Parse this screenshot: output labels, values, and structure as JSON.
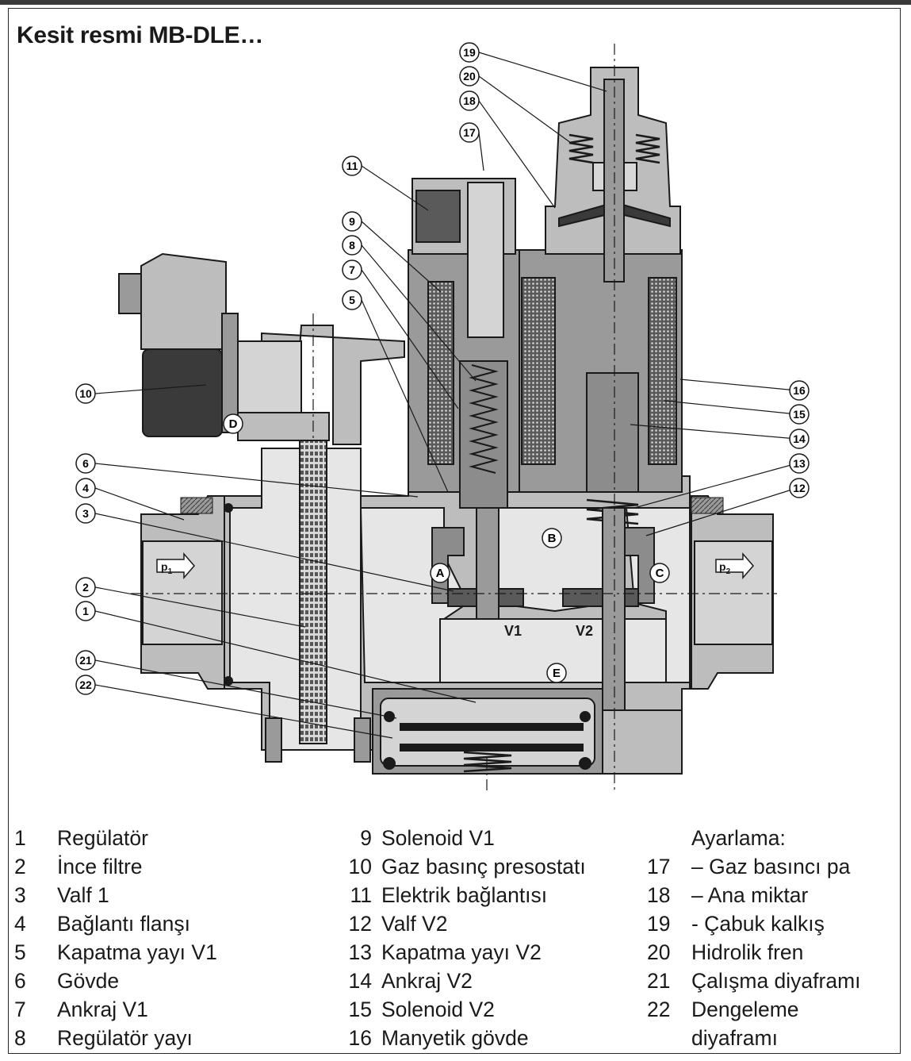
{
  "title": "Kesit resmi MB-DLE…",
  "diagram": {
    "callouts": [
      "1",
      "2",
      "3",
      "4",
      "5",
      "6",
      "7",
      "8",
      "9",
      "10",
      "11",
      "12",
      "13",
      "14",
      "15",
      "16",
      "17",
      "18",
      "19",
      "20",
      "21",
      "22"
    ],
    "zones": [
      "A",
      "B",
      "C",
      "D",
      "E"
    ],
    "valve_labels": [
      "V1",
      "V2"
    ],
    "pressure_labels": {
      "inlet_main": "p",
      "inlet_sub": "1",
      "outlet_main": "p",
      "outlet_sub": "2"
    }
  },
  "legend": {
    "col1": [
      {
        "num": "1",
        "text": "Regülatör"
      },
      {
        "num": "2",
        "text": "İnce filtre"
      },
      {
        "num": "3",
        "text": "Valf 1"
      },
      {
        "num": "4",
        "text": "Bağlantı flanşı"
      },
      {
        "num": "5",
        "text": "Kapatma yayı V1"
      },
      {
        "num": "6",
        "text": "Gövde"
      },
      {
        "num": "7",
        "text": "Ankraj V1"
      },
      {
        "num": "8",
        "text": "Regülatör yayı"
      }
    ],
    "col2": [
      {
        "num": "9",
        "text": "Solenoid V1"
      },
      {
        "num": "10",
        "text": "Gaz basınç presostatı"
      },
      {
        "num": "11",
        "text": "Elektrik bağlantısı"
      },
      {
        "num": "12",
        "text": "Valf V2"
      },
      {
        "num": "13",
        "text": "Kapatma yayı V2"
      },
      {
        "num": "14",
        "text": "Ankraj V2"
      },
      {
        "num": "15",
        "text": "Solenoid V2"
      },
      {
        "num": "16",
        "text": "Manyetik gövde"
      }
    ],
    "col3_heading": "Ayarlama:",
    "col3": [
      {
        "num": "17",
        "text": "– Gaz basıncı pa"
      },
      {
        "num": "18",
        "text": "– Ana miktar"
      },
      {
        "num": "19",
        "text": "- Çabuk kalkış"
      },
      {
        "num": "20",
        "text": "Hidrolik fren"
      },
      {
        "num": "21",
        "text": "Çalışma diyaframı"
      },
      {
        "num": "22",
        "text": "Dengeleme"
      }
    ],
    "col3_continuation": "diyaframı"
  },
  "colors": {
    "body_fill": "#bdbdbd",
    "dark_fill": "#5a5a5a",
    "outline": "#1a1a1a",
    "light_fill": "#e6e6e6"
  }
}
